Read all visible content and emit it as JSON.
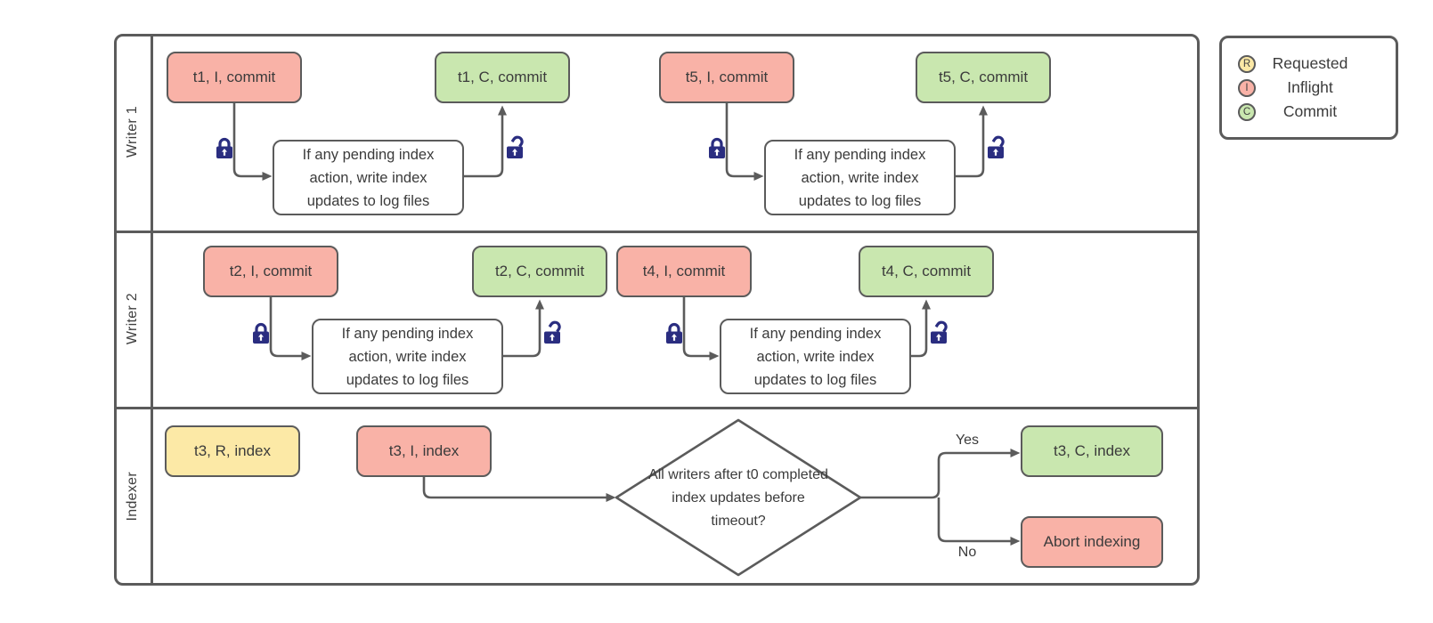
{
  "colors": {
    "line": "#5b5b5b",
    "text": "#3b3b3b",
    "requested": "#fce9a6",
    "inflight": "#f9b2a7",
    "commit": "#c9e7af",
    "action": "#ffffff",
    "lock": "#2a2d80"
  },
  "lanes": [
    {
      "label": "Writer 1"
    },
    {
      "label": "Writer 2"
    },
    {
      "label": "Indexer"
    }
  ],
  "nodes": {
    "w1_t1_inflight": "t1, I, commit",
    "w1_t1_action": "If any pending index action, write index updates to log files",
    "w1_t1_commit": "t1, C, commit",
    "w1_t5_inflight": "t5, I, commit",
    "w1_t5_action": "If any pending index action, write index updates to log files",
    "w1_t5_commit": "t5, C, commit",
    "w2_t2_inflight": "t2, I, commit",
    "w2_t2_action": "If any pending index action, write index updates to log files",
    "w2_t2_commit": "t2, C, commit",
    "w2_t4_inflight": "t4, I, commit",
    "w2_t4_action": "If any pending index action, write index updates to log files",
    "w2_t4_commit": "t4, C, commit",
    "ix_t3_requested": "t3, R, index",
    "ix_t3_inflight": "t3, I, index",
    "ix_decision": "All writers after t0 completed index updates before timeout?",
    "ix_t3_commit": "t3, C, index",
    "ix_abort": "Abort indexing",
    "yes_label": "Yes",
    "no_label": "No"
  },
  "legend": {
    "items": [
      {
        "symbol": "R",
        "label": "Requested"
      },
      {
        "symbol": "I",
        "label": "Inflight"
      },
      {
        "symbol": "C",
        "label": "Commit"
      }
    ]
  }
}
